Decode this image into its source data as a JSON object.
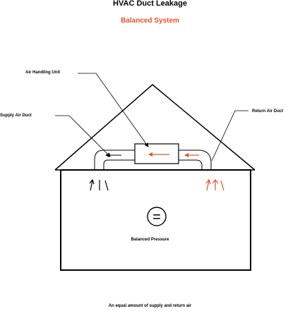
{
  "title": "HVAC Duct Leakage",
  "subtitle": "Balanced System",
  "labels": {
    "air_handling_unit": "Air Handling Unit",
    "supply_air_duct": "Supply Air Duct",
    "return_air_duct": "Return Air Duct",
    "pressure": "Balanced Pressure",
    "equal_symbol": "="
  },
  "caption": "An equal amount of supply and return air",
  "colors": {
    "accent": "#e8502a",
    "line": "#000000"
  }
}
